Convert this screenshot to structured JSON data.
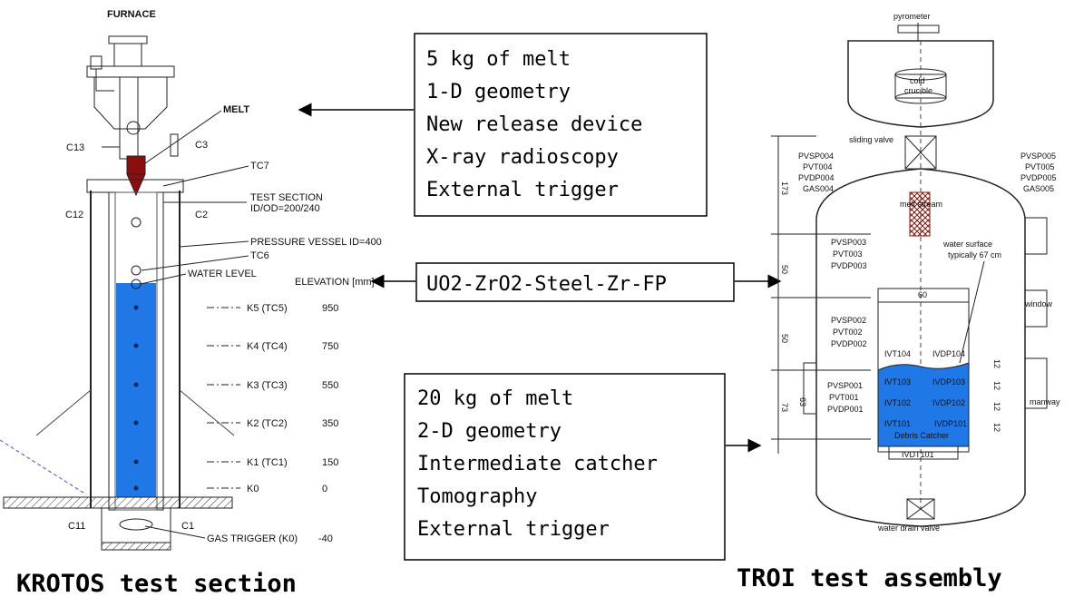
{
  "krotos": {
    "title": "FURNACE",
    "labels": {
      "melt": "MELT",
      "c3": "C3",
      "c13": "C13",
      "tc7": "TC7",
      "test_section_1": "TEST SECTION",
      "test_section_2": "ID/OD=200/240",
      "c12": "C12",
      "c2": "C2",
      "pressure_vessel": "PRESSURE VESSEL ID=400",
      "tc6": "TC6",
      "water_level": "WATER LEVEL",
      "elevation": "ELEVATION [mm]",
      "c11": "C11",
      "c1": "C1",
      "gas_trigger": "GAS TRIGGER (K0)"
    },
    "stations": [
      {
        "label": "K5 (TC5)",
        "value": "950"
      },
      {
        "label": "K4 (TC4)",
        "value": "750"
      },
      {
        "label": "K3 (TC3)",
        "value": "550"
      },
      {
        "label": "K2 (TC2)",
        "value": "350"
      },
      {
        "label": "K1 (TC1)",
        "value": "150"
      },
      {
        "label": "K0",
        "value": "0"
      }
    ],
    "gas_trigger_value": "-40",
    "caption": "KROTOS test section",
    "water_color": "#1f78e6",
    "melt_color": "#8b0d0d"
  },
  "box_top": {
    "lines": [
      "5 kg of melt",
      "1-D geometry",
      "New release device",
      "X-ray radioscopy",
      "External trigger"
    ]
  },
  "box_mid": {
    "text": "UO2-ZrO2-Steel-Zr-FP"
  },
  "box_bottom": {
    "lines": [
      "20 kg of melt",
      "2-D geometry",
      "Intermediate catcher",
      "Tomography",
      "External trigger"
    ]
  },
  "troi": {
    "labels": {
      "pyrometer": "pyrometer",
      "cold_crucible_1": "cold",
      "cold_crucible_2": "crucible",
      "sliding_valve": "sliding valve",
      "pvsp005": "PVSP005",
      "pvt005": "PVT005",
      "pvdp005": "PVDP005",
      "gas005": "GAS005",
      "pvsp004": "PVSP004",
      "pvt004": "PVT004",
      "pvdp004": "PVDP004",
      "gas004": "GAS004",
      "melt_stream": "melt stream",
      "pvsp003": "PVSP003",
      "pvt003": "PVT003",
      "pvdp003": "PVDP003",
      "water_surface_1": "water surface",
      "water_surface_2": "typically 67 cm",
      "window": "window",
      "d60": "60",
      "pvsp002": "PVSP002",
      "pvt002": "PVT002",
      "pvdp002": "PVDP002",
      "ivt104": "IVT104",
      "ivdp104": "IVDP104",
      "ivt103": "IVT103",
      "ivdp103": "IVDP103",
      "ivt102": "IVT102",
      "ivdp102": "IVDP102",
      "ivt101": "IVT101",
      "ivdp101": "IVDP101",
      "pvsp001": "PVSP001",
      "pvt001": "PVT001",
      "pvdp001": "PVDP001",
      "debris_catcher": "Debris Catcher",
      "ivdt101": "IVDT101",
      "manway": "manway",
      "water_drain_valve": "water drain valve",
      "dim_173": "173",
      "dim_50a": "50",
      "dim_50b": "50",
      "dim_73": "73",
      "dim_63": "63",
      "dim_12a": "12",
      "dim_12b": "12",
      "dim_12c": "12",
      "dim_12d": "12"
    },
    "caption": "TROI test assembly",
    "water_color": "#1f78e6",
    "stream_color": "#8b1a10"
  }
}
